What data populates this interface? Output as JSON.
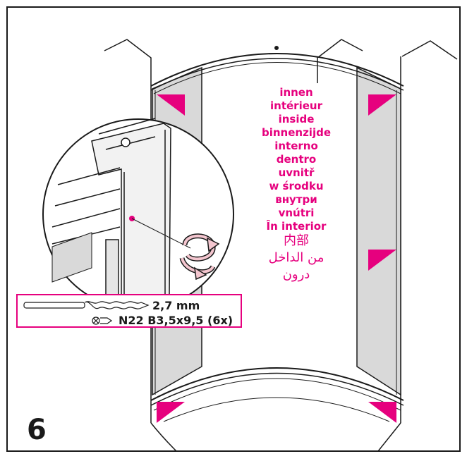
{
  "step": "6",
  "inside_labels": [
    "innen",
    "intérieur",
    "inside",
    "binnenzijde",
    "interno",
    "dentro",
    "uvnitř",
    "w środku",
    "внутри",
    "vnútri",
    "În interior",
    "内部",
    "من الداخل",
    "درون"
  ],
  "hardware": {
    "drill_size": "2,7 mm",
    "screw_spec": "N22 B3,5x9,5 (6x)"
  },
  "icons": [
    "drill-bit-icon",
    "screw-icon",
    "rotate-arrow-icon",
    "marker-triangle-icon"
  ],
  "colors": {
    "accent": "#e6007e",
    "line": "#1a1a1a",
    "panel_gray": "#d9d9d9",
    "rotate_fill": "#f4c6cf"
  }
}
